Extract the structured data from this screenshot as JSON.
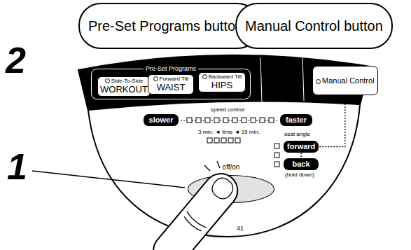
{
  "diagram": {
    "nodes": [
      {
        "text": [
          "Pre-Set Programs buttons"
        ]
      },
      {
        "text": [
          "Manual Control button"
        ]
      },
      {
        "text": [
          "Pre-Set Programs"
        ]
      },
      {
        "text": [
          "Side-To-Side",
          "WORKOUT"
        ],
        "in": 2
      },
      {
        "text": [
          "Forward Tilt",
          "WAIST"
        ],
        "in": 2
      },
      {
        "text": [
          "Backward Tilt",
          "HIPS"
        ],
        "in": 2
      },
      {
        "text": [
          "Manual Control"
        ]
      },
      {
        "text": [
          "slower"
        ]
      },
      {
        "text": [
          "faster"
        ]
      },
      {
        "text": [
          "forward"
        ]
      },
      {
        "text": [
          "back"
        ]
      },
      {
        "text": [
          "off/on"
        ]
      }
    ],
    "edges": [
      {
        "from": 6,
        "to": 9,
        "arrow": "none"
      },
      {
        "from": 9,
        "to": 10,
        "arrow": "none"
      }
    ],
    "labels": [
      "2",
      "1",
      "speed control",
      "3 min. ◄ time ◄ 15 min.",
      "seat angle",
      "(hold down)",
      "41"
    ]
  }
}
